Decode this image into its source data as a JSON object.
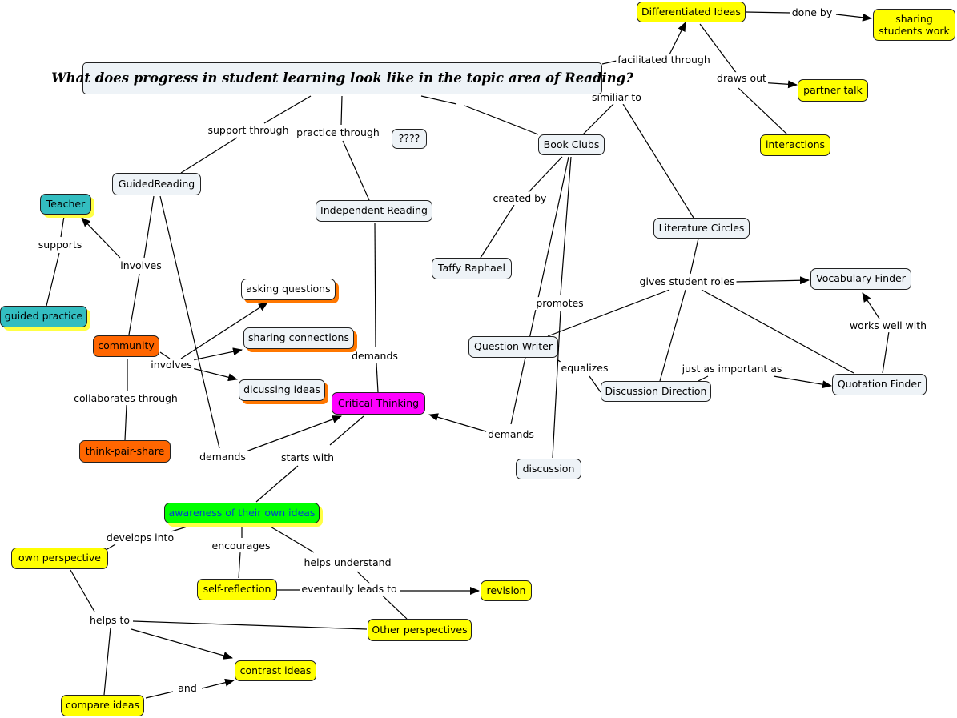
{
  "diagram": {
    "title": "What does progress in student learning look like in the topic area of Reading?",
    "nodes": {
      "differentiated_ideas": "Differentiated Ideas",
      "sharing_students_work": "sharing students work",
      "partner_talk": "partner talk",
      "interactions": "interactions",
      "unknown": "????",
      "book_clubs": "Book Clubs",
      "guided_reading": "GuidedReading",
      "independent_reading": "Independent Reading",
      "teacher": "Teacher",
      "guided_practice": "guided practice",
      "taffy_raphael": "Taffy Raphael",
      "literature_circles": "Literature Circles",
      "vocabulary_finder": "Vocabulary Finder",
      "asking_questions": "asking questions",
      "sharing_connections": "sharing connections",
      "dicussing_ideas": "dicussing ideas",
      "community": "community",
      "question_writer": "Question Writer",
      "critical_thinking": "Critical Thinking",
      "discussion_direction": "Discussion Direction",
      "quotation_finder": "Quotation Finder",
      "think_pair_share": "think-pair-share",
      "discussion": "discussion",
      "awareness": "awareness of their own ideas",
      "own_perspective": "own perspective",
      "self_reflection": "self-reflection",
      "revision": "revision",
      "other_perspectives": "Other perspectives",
      "contrast_ideas": "contrast ideas",
      "compare_ideas": "compare ideas"
    },
    "links": {
      "done_by": "done by",
      "facilitated_through": "facilitated through",
      "draws_out": "draws out",
      "similiar_to": "similiar to",
      "support_through": "support through",
      "practice_through": "practice through",
      "created_by": "created by",
      "supports": "supports",
      "involves_teacher": "involves",
      "gives_student_roles": "gives student roles",
      "promotes": "promotes",
      "works_well_with": "works well with",
      "demands_independent": "demands",
      "involves_guided": "involves",
      "equalizes": "equalizes",
      "just_as_important_as": "just as important as",
      "collaborates_through": "collaborates through",
      "demands_book_clubs": "demands",
      "demands_guided": "demands",
      "starts_with": "starts with",
      "develops_into": "develops into",
      "encourages": "encourages",
      "helps_understand": "helps understand",
      "eventually_leads_to": "eventaully leads to",
      "helps_to": "helps to",
      "and": "and"
    },
    "colors": {
      "yellow": "#ffff00",
      "teal": "#33bdc0",
      "orange": "#ff6600",
      "magenta": "#ff00ff",
      "green": "#00ff00",
      "pale_blue": "#eef3f7"
    }
  }
}
